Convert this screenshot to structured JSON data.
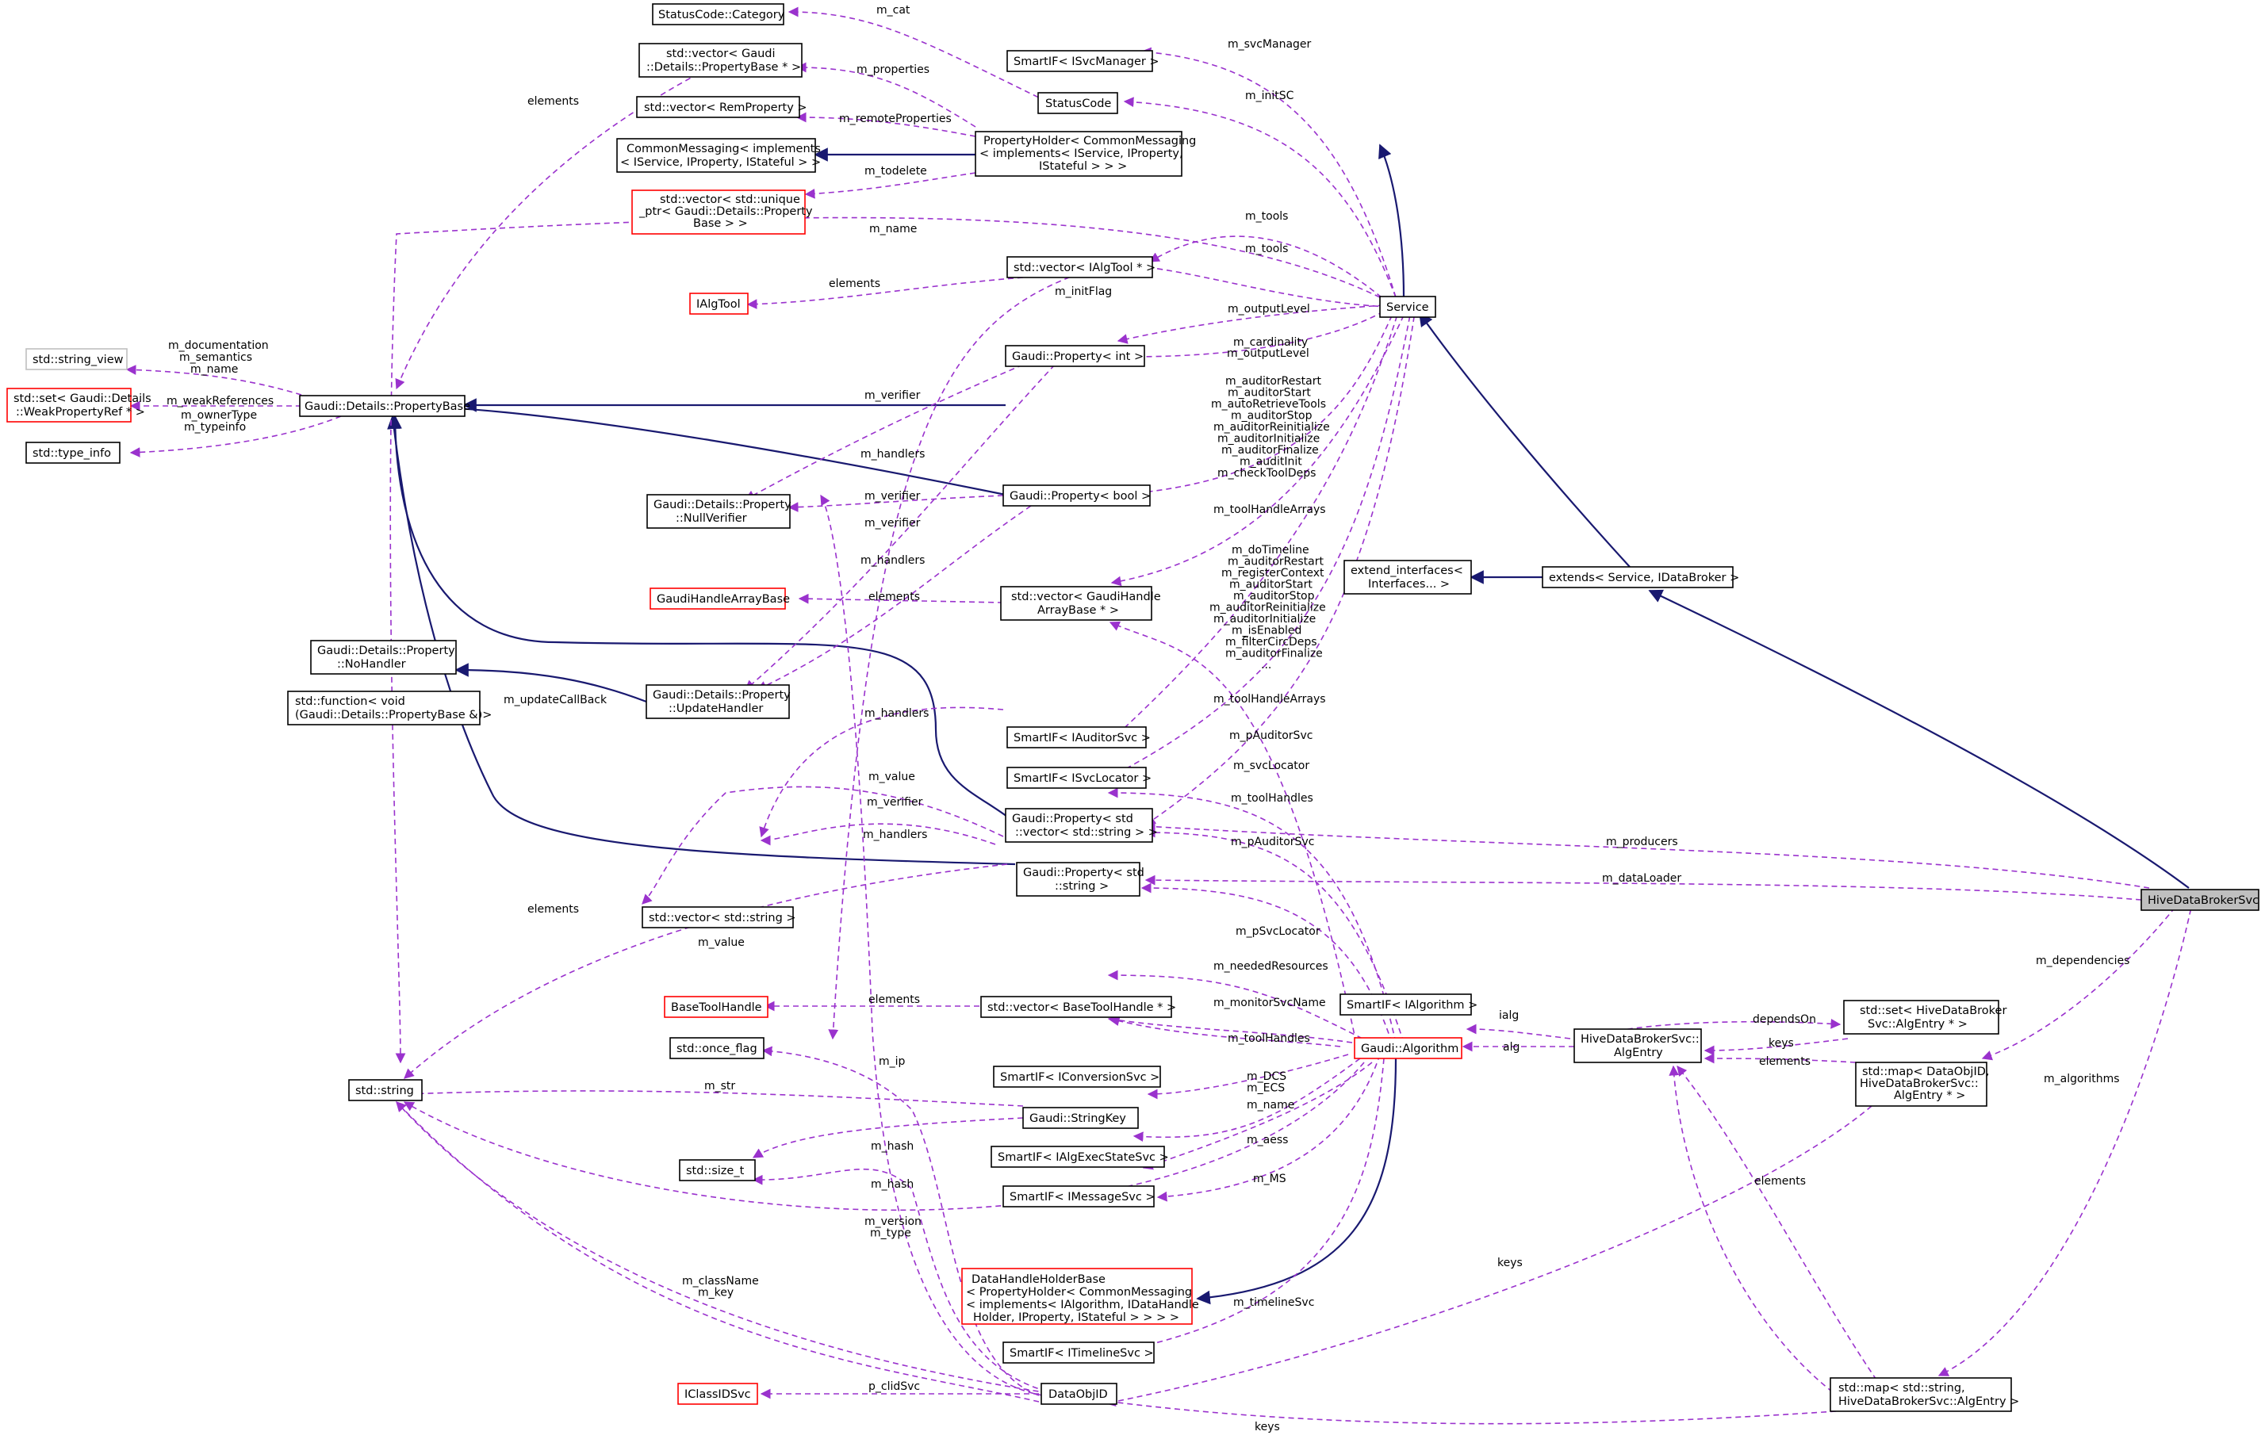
{
  "nodes": {
    "hive": "HiveDataBrokerSvc",
    "extends_svc": "extends< Service, IDataBroker >",
    "extend_ifaces": [
      "extend_interfaces<",
      "Interfaces... >"
    ],
    "service": "Service",
    "propholder": [
      "PropertyHolder< CommonMessaging",
      "< implements< IService, IProperty,",
      "IStateful > > >"
    ],
    "common_msg": [
      "CommonMessaging< implements",
      "< IService, IProperty, IStateful > >"
    ],
    "statuscode_cat": "StatusCode::Category",
    "vec_propbase": [
      "std::vector< Gaudi",
      "::Details::PropertyBase * >"
    ],
    "vec_remprop": "std::vector< RemProperty >",
    "vec_uptr": [
      "std::vector< std::unique",
      "_ptr< Gaudi::Details::Property",
      "Base > >"
    ],
    "smartif_svcmgr": "SmartIF< ISvcManager >",
    "statuscode": "StatusCode",
    "vec_algtool": "std::vector< IAlgTool * >",
    "ialgtool": "IAlgTool",
    "string_view": "std::string_view",
    "set_weak": [
      "std::set< Gaudi::Details",
      "::WeakPropertyRef * >"
    ],
    "type_info": "std::type_info",
    "propbase": "Gaudi::Details::PropertyBase",
    "prop_int": "Gaudi::Property< int >",
    "nullverifier": [
      "Gaudi::Details::Property",
      "::NullVerifier"
    ],
    "prop_bool": "Gaudi::Property< bool >",
    "gh_array_base": "GaudiHandleArrayBase",
    "vec_ghab": [
      "std::vector< GaudiHandle",
      "ArrayBase * >"
    ],
    "extend_note": "",
    "nohandler": [
      "Gaudi::Details::Property",
      "::NoHandler"
    ],
    "func_void": [
      "std::function< void",
      "(Gaudi::Details::PropertyBase &)>"
    ],
    "updatehandler": [
      "Gaudi::Details::Property",
      "::UpdateHandler"
    ],
    "smartif_auditor": "SmartIF< IAuditorSvc >",
    "smartif_svcloc": "SmartIF< ISvcLocator >",
    "prop_vecstr": [
      "Gaudi::Property< std",
      "::vector< std::string > >"
    ],
    "prop_str": [
      "Gaudi::Property< std",
      "::string >"
    ],
    "vec_string": "std::vector< std::string >",
    "base_tool_handle": "BaseToolHandle",
    "vec_btha": "std::vector< BaseToolHandle * >",
    "once_flag": "std::once_flag",
    "std_string": "std::string",
    "smartif_conv": "SmartIF< IConversionSvc >",
    "stringkey": "Gaudi::StringKey",
    "size_t": "std::size_t",
    "smartif_aess": "SmartIF< IAlgExecStateSvc >",
    "smartif_msg": "SmartIF< IMessageSvc >",
    "dhholder": [
      "DataHandleHolderBase",
      "< PropertyHolder< CommonMessaging",
      "< implements< IAlgorithm, IDataHandle",
      "Holder, IProperty, IStateful > > > >"
    ],
    "smartif_timeline": "SmartIF< ITimelineSvc >",
    "iclassid": "IClassIDSvc",
    "dataobjid": "DataObjID",
    "smartif_ialg": "SmartIF< IAlgorithm >",
    "algorithm": "Gaudi::Algorithm",
    "algentry": [
      "HiveDataBrokerSvc::",
      "AlgEntry"
    ],
    "set_algentry": [
      "std::set< HiveDataBroker",
      "Svc::AlgEntry * >"
    ],
    "map_dataobj": [
      "std::map< DataObjID,",
      "HiveDataBrokerSvc::",
      "AlgEntry * >"
    ],
    "map_string": [
      "std::map< std::string,",
      "HiveDataBrokerSvc::AlgEntry >"
    ]
  },
  "labels": {
    "m_cat": "m_cat",
    "m_svcManager": "m_svcManager",
    "m_properties": "m_properties",
    "m_initSC": "m_initSC",
    "elements": "elements",
    "m_remoteProperties": "m_remoteProperties",
    "m_todelete": "m_todelete",
    "m_name": "m_name",
    "m_tools": "m_tools",
    "m_initFlag": "m_initFlag",
    "m_outputLevel": "m_outputLevel",
    "doc_sem_name": [
      "m_documentation",
      "m_semantics",
      "m_name"
    ],
    "m_weakReferences": "m_weakReferences",
    "owner_typeinfo": [
      "m_ownerType",
      "m_typeinfo"
    ],
    "card_output": [
      "m_cardinality",
      "m_outputLevel"
    ],
    "auditor_list": [
      "m_auditorRestart",
      "m_auditorStart",
      "m_autoRetrieveTools",
      "m_auditorStop",
      "m_auditorReinitialize",
      "m_auditorInitialize",
      "m_auditorFinalize",
      "m_auditInit",
      "m_checkToolDeps"
    ],
    "m_verifier": "m_verifier",
    "m_handlers": "m_handlers",
    "m_toolHandleArrays": "m_toolHandleArrays",
    "timeline_list": [
      "m_doTimeline",
      "m_auditorRestart",
      "m_registerContext",
      "m_auditorStart",
      "m_auditorStop",
      "m_auditorReinitialize",
      "m_auditorInitialize",
      "m_isEnabled",
      "m_filterCircDeps",
      "m_auditorFinalize",
      "..."
    ],
    "m_updateCallBack": "m_updateCallBack",
    "m_pAuditorSvc": "m_pAuditorSvc",
    "m_svcLocator": "m_svcLocator",
    "m_value": "m_value",
    "m_toolHandles": "m_toolHandles",
    "m_producers": "m_producers",
    "m_dataLoader": "m_dataLoader",
    "m_pSvcLocator": "m_pSvcLocator",
    "m_neededResources": "m_neededResources",
    "m_monitorSvcName": "m_monitorSvcName",
    "m_dependencies": "m_dependencies",
    "ialg": "ialg",
    "dependsOn": "dependsOn",
    "keys": "keys",
    "alg": "alg",
    "m_algorithms": "m_algorithms",
    "m_str": "m_str",
    "m_ip": "m_ip",
    "dcs_ecs": [
      "m_DCS",
      "m_ECS"
    ],
    "m_hash": "m_hash",
    "m_aess": "m_aess",
    "m_MS": "m_MS",
    "version_type": [
      "m_version",
      "m_type"
    ],
    "classname_key": [
      "m_className",
      "m_key"
    ],
    "m_timelineSvc": "m_timelineSvc",
    "p_clidSvc": "p_clidSvc"
  },
  "colors": {
    "inheritance": "#191970",
    "usage": "#9a32cd",
    "missing_doc_border": "#ff0000",
    "external_border": "#bfbfbf",
    "focus_fill": "#bfbfbf"
  }
}
